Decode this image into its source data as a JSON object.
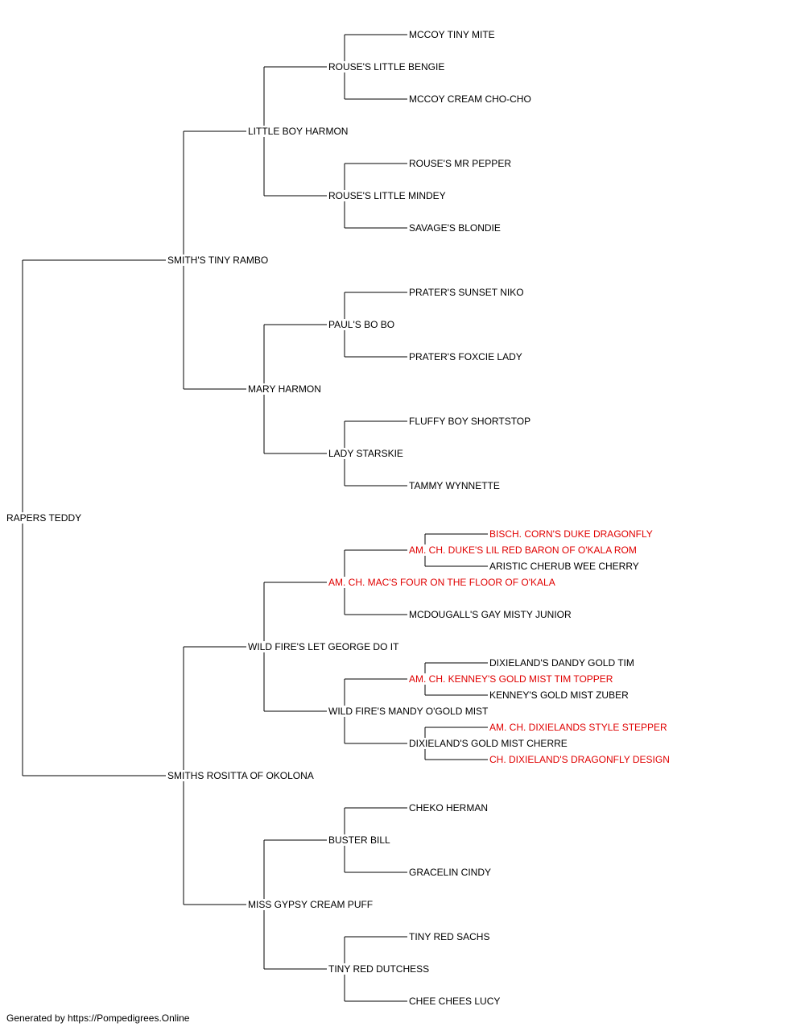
{
  "colors": {
    "line": "#000000",
    "text": "#000000",
    "champion": "#e00000"
  },
  "pedigree": {
    "name": "RAPERS TEDDY",
    "sire": {
      "name": "SMITH'S TINY RAMBO",
      "sire": {
        "name": "LITTLE BOY HARMON",
        "sire": {
          "name": "ROUSE'S LITTLE BENGIE",
          "sire": {
            "name": "MCCOY TINY MITE"
          },
          "dam": {
            "name": "MCCOY CREAM CHO-CHO"
          }
        },
        "dam": {
          "name": "ROUSE'S LITTLE MINDEY",
          "sire": {
            "name": "ROUSE'S MR PEPPER"
          },
          "dam": {
            "name": "SAVAGE'S BLONDIE"
          }
        }
      },
      "dam": {
        "name": "MARY HARMON",
        "sire": {
          "name": "PAUL'S BO BO",
          "sire": {
            "name": "PRATER'S SUNSET NIKO"
          },
          "dam": {
            "name": "PRATER'S FOXCIE LADY"
          }
        },
        "dam": {
          "name": "LADY STARSKIE",
          "sire": {
            "name": "FLUFFY BOY SHORTSTOP"
          },
          "dam": {
            "name": "TAMMY WYNNETTE"
          }
        }
      }
    },
    "dam": {
      "name": "SMITHS ROSITTA OF OKOLONA",
      "sire": {
        "name": "WILD FIRE'S LET GEORGE DO IT",
        "sire": {
          "name": "AM. CH. MAC'S FOUR ON THE FLOOR OF O'KALA",
          "champion": true,
          "sire": {
            "name": "AM. CH. DUKE'S LIL RED BARON OF O'KALA ROM",
            "champion": true,
            "sire": {
              "name": "BISCH. CORN'S DUKE DRAGONFLY",
              "champion": true
            },
            "dam": {
              "name": "ARISTIC CHERUB WEE CHERRY"
            }
          },
          "dam": {
            "name": "MCDOUGALL'S GAY MISTY JUNIOR"
          }
        },
        "dam": {
          "name": "WILD FIRE'S MANDY O'GOLD MIST",
          "sire": {
            "name": "AM. CH. KENNEY'S GOLD MIST TIM TOPPER",
            "champion": true,
            "sire": {
              "name": "DIXIELAND'S DANDY GOLD TIM"
            },
            "dam": {
              "name": "KENNEY'S GOLD MIST ZUBER"
            }
          },
          "dam": {
            "name": "DIXIELAND'S GOLD MIST CHERRE",
            "sire": {
              "name": "AM. CH. DIXIELANDS STYLE STEPPER",
              "champion": true
            },
            "dam": {
              "name": "CH. DIXIELAND'S DRAGONFLY DESIGN",
              "champion": true
            }
          }
        }
      },
      "dam": {
        "name": "MISS GYPSY CREAM PUFF",
        "sire": {
          "name": "BUSTER BILL",
          "sire": {
            "name": "CHEKO HERMAN"
          },
          "dam": {
            "name": "GRACELIN CINDY"
          }
        },
        "dam": {
          "name": "TINY RED DUTCHESS",
          "sire": {
            "name": "TINY RED SACHS"
          },
          "dam": {
            "name": "CHEE CHEES LUCY"
          }
        }
      }
    }
  },
  "footer": "Generated by https://Pompedigrees.Online"
}
